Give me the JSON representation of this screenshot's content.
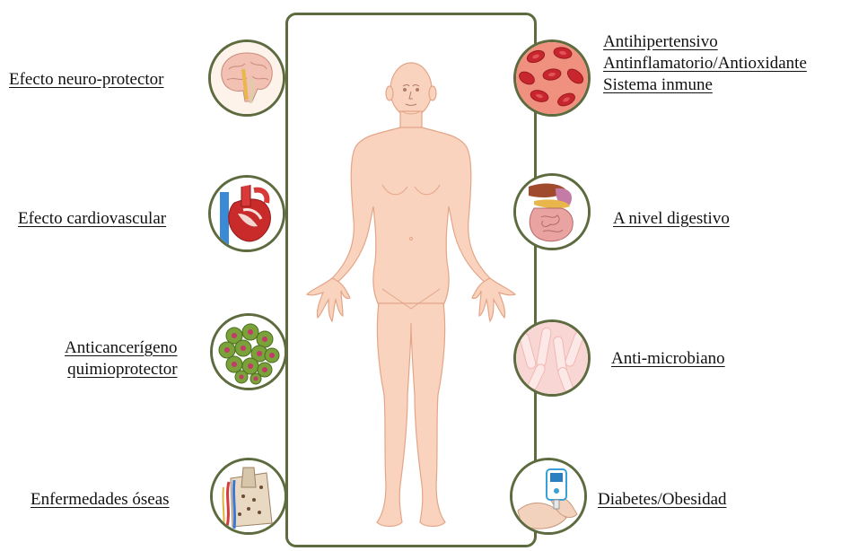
{
  "labels": {
    "neuro": "Efecto neuro-protector",
    "cardio": "Efecto cardiovascular",
    "cancer_line1": "Anticancerígeno",
    "cancer_line2": "quimioprotector",
    "bone": "Enfermedades óseas",
    "blood_line1": "Antihipertensivo",
    "blood_line2": "Antinflamatorio/Antioxidante",
    "blood_line3": "Sistema inmune",
    "digestive": "A nivel digestivo",
    "microbial": "Anti-microbiano",
    "diabetes": "Diabetes/Obesidad"
  },
  "icons": {
    "brain": "brain-icon",
    "heart": "heart-icon",
    "cells": "cancer-cells-icon",
    "bone": "bone-tissue-icon",
    "blood": "red-blood-cells-icon",
    "gut": "digestive-system-icon",
    "microbe": "bacteria-icon",
    "glucometer": "glucometer-icon"
  },
  "colors": {
    "frame": "#5d6b3f",
    "skin": "#f9d3bd",
    "skin_outline": "#e6a98d"
  }
}
